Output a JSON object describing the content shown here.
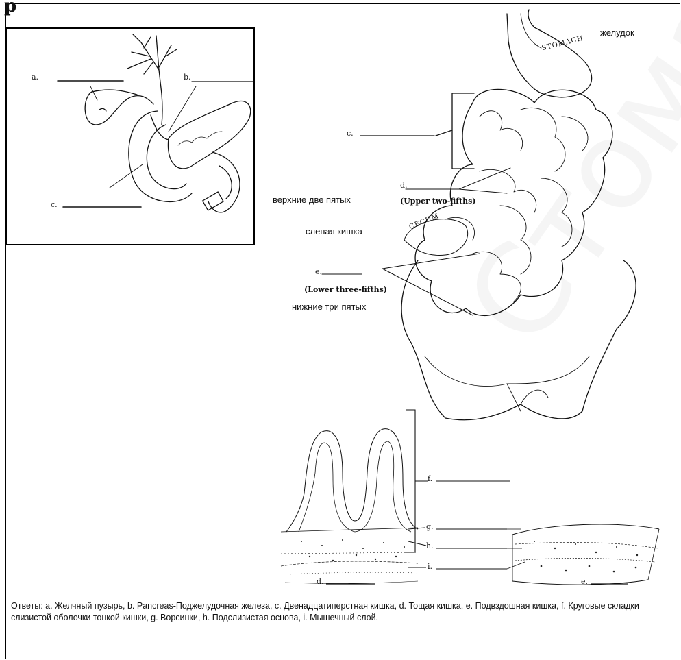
{
  "heading": "р",
  "inset": {
    "label_a": "a.",
    "label_b": "b.",
    "label_c": "c."
  },
  "main": {
    "stomach_label": "STOMACH",
    "stomach_ru": "желудок",
    "label_c": "c.",
    "label_d": "d.",
    "upper_ru": "верхние две пятых",
    "upper_en": "(Upper two-fifths)",
    "cecum_ru": "слепая кишка",
    "cecum_label": "CECUM",
    "label_e": "e.",
    "lower_en": "(Lower three-fifths)",
    "lower_ru": "нижние три пятых"
  },
  "wall": {
    "label_f": "f.",
    "label_g": "g.",
    "label_h": "h.",
    "label_i": "i.",
    "label_d": "d.",
    "label_e": "e."
  },
  "answers": "Ответы: a. Желчный пузырь, b. Pancreas-Поджелудочная железа, c. Двенадцатиперстная кишка, d. Тощая кишка, e. Подвздошная кишка, f. Круговые складки слизистой оболочки тонкой кишки, g. Ворсинки, h. Подслизистая основа, i. Мышечный слой.",
  "watermark": "Стоматол"
}
